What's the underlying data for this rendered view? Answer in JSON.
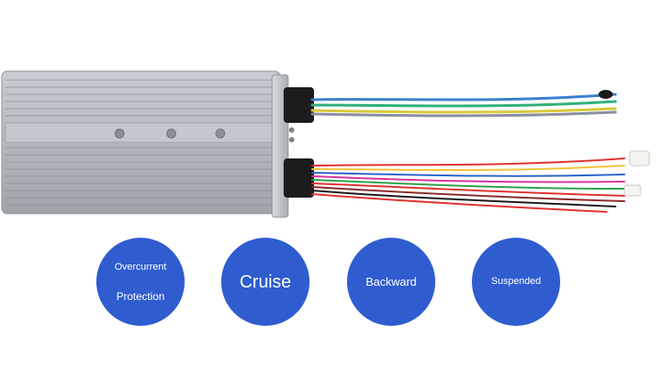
{
  "badges": [
    {
      "lines": [
        "Overcurrent",
        "Protection"
      ]
    },
    {
      "lines": [
        "Cruise"
      ]
    },
    {
      "lines": [
        "Backward"
      ]
    },
    {
      "lines": [
        "Suspended"
      ]
    }
  ],
  "colors": {
    "badge_fill": "#2f5dd0",
    "badge_text": "#ffffff",
    "background": "#ffffff",
    "controller_body": "#b8bcc2"
  }
}
